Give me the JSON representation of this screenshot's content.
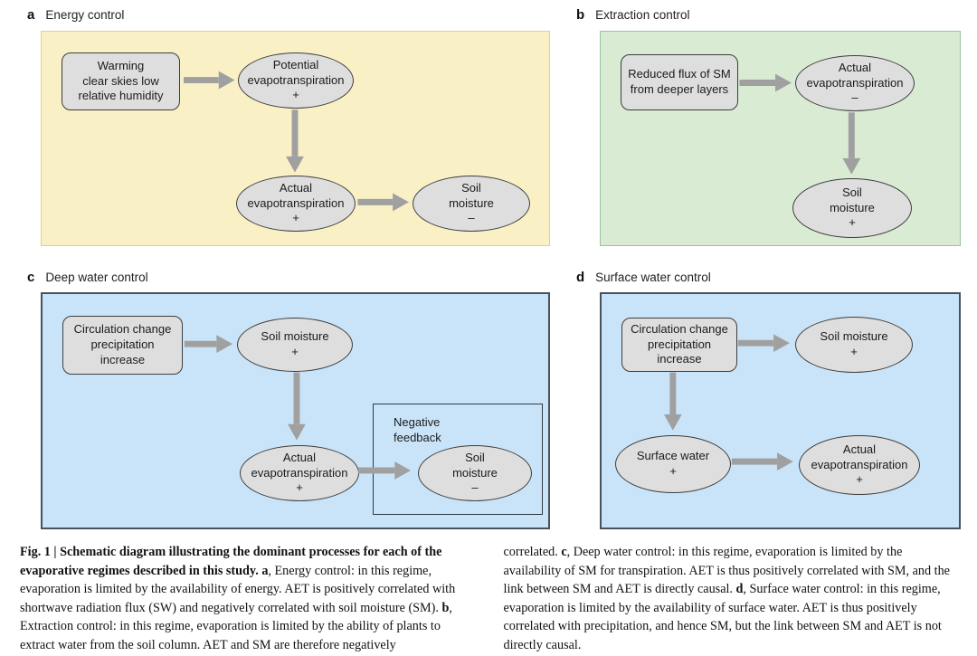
{
  "panels": {
    "a": {
      "label": "a",
      "title": "Energy control",
      "nodes": {
        "driver": [
          "Warming",
          "clear skies low",
          "relative humidity"
        ],
        "potential_et": [
          "Potential",
          "evapotranspiration",
          "+"
        ],
        "actual_et": [
          "Actual",
          "evapotranspiration",
          "+"
        ],
        "soil_moisture": [
          "Soil",
          "moisture",
          "–"
        ]
      }
    },
    "b": {
      "label": "b",
      "title": "Extraction control",
      "nodes": {
        "driver": [
          "Reduced flux of SM",
          "from deeper layers"
        ],
        "actual_et": [
          "Actual",
          "evapotranspiration",
          "–"
        ],
        "soil_moisture": [
          "Soil",
          "moisture",
          "+"
        ]
      }
    },
    "c": {
      "label": "c",
      "title": "Deep water control",
      "feedback_label": [
        "Negative",
        "feedback"
      ],
      "nodes": {
        "driver": [
          "Circulation change",
          "precipitation",
          "increase"
        ],
        "soil_moisture": [
          "Soil moisture",
          "+"
        ],
        "actual_et": [
          "Actual",
          "evapotranspiration",
          "+"
        ],
        "soil_moisture_feedback": [
          "Soil",
          "moisture",
          "–"
        ]
      }
    },
    "d": {
      "label": "d",
      "title": "Surface water control",
      "nodes": {
        "driver": [
          "Circulation change",
          "precipitation",
          "increase"
        ],
        "soil_moisture": [
          "Soil moisture",
          "+"
        ],
        "surface_water": [
          "Surface water",
          "+"
        ],
        "actual_et": [
          "Actual",
          "evapotranspiration",
          "+"
        ]
      }
    }
  },
  "caption": {
    "left": {
      "title_bold": "Fig. 1 | Schematic diagram illustrating the dominant processes for each of the evaporative regimes described in this study. ",
      "a_bold": "a",
      "a_text": ", Energy control: in this regime, evaporation is limited by the availability of energy. AET is positively correlated with shortwave radiation flux (SW) and negatively correlated with soil moisture (SM). ",
      "b_bold": "b",
      "b_text": ", Extraction control: in this regime, evaporation is limited by the ability of plants to extract water from the soil column. AET and SM are therefore negatively"
    },
    "right": {
      "pre": "correlated. ",
      "c_bold": "c",
      "c_text": ", Deep water control: in this regime, evaporation is limited by the availability of SM for transpiration. AET is thus positively correlated with SM, and the link between SM and AET is directly causal. ",
      "d_bold": "d",
      "d_text": ", Surface water control: in this regime, evaporation is limited by the availability of surface water. AET is thus positively correlated with precipitation, and hence SM, but the link between SM and AET is not directly causal."
    }
  },
  "colors": {
    "panel_a_bg": "#FAF0C6",
    "panel_a_border": "#E9CF7D",
    "panel_b_bg": "#D9EBD3",
    "panel_b_border": "#9BC49A",
    "panel_cd_bg": "#C9E4F9",
    "panel_cd_border": "#46525C",
    "node_fill": "#DEDEDE",
    "node_border": "#3D3D3D",
    "arrow": "#A0A0A0"
  }
}
